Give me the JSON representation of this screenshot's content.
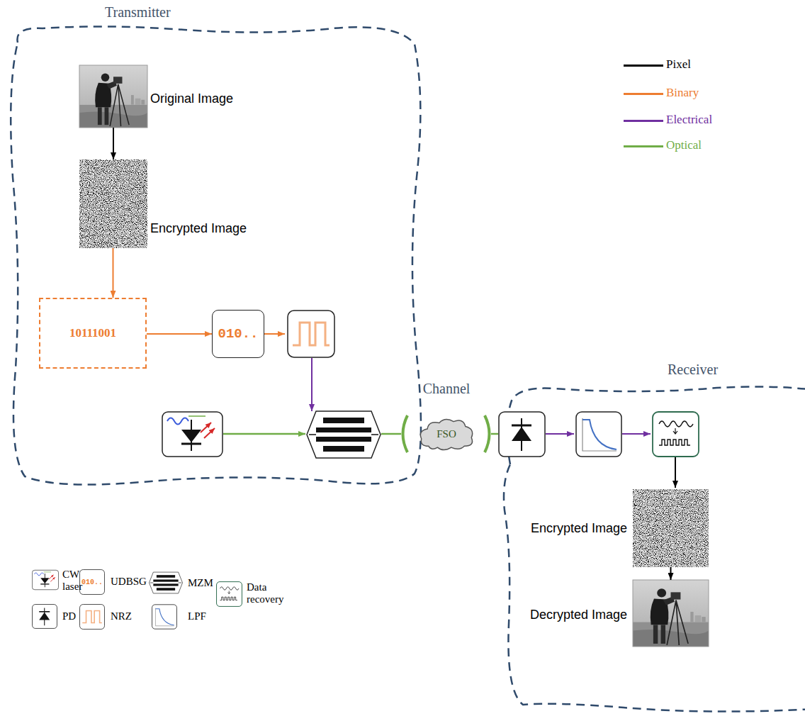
{
  "diagram": {
    "nodes": [
      {
        "text": [
          "Transmitter"
        ]
      },
      {
        "text": [
          "Original Image"
        ],
        "in": 0
      },
      {
        "text": [
          "Encrypted Image"
        ],
        "in": 0
      },
      {
        "text": [
          "10111001"
        ],
        "in": 0
      },
      {
        "text": [
          "010.."
        ],
        "in": 0
      },
      {
        "text": [
          "Channel",
          "FSO"
        ]
      },
      {
        "text": [
          "Receiver"
        ]
      },
      {
        "text": [
          "Encrypted Image"
        ],
        "in": 6
      },
      {
        "text": [
          "Decrypted Image"
        ],
        "in": 6
      }
    ],
    "edges": [
      {
        "from": 1,
        "to": 2,
        "arrow": "to"
      },
      {
        "from": 2,
        "to": 3,
        "arrow": "to"
      },
      {
        "from": 3,
        "to": 4,
        "arrow": "to"
      },
      {
        "from": 7,
        "to": 8,
        "arrow": "to"
      }
    ],
    "labels": [
      "010.."
    ],
    "legend": [
      {
        "text": "Pixel",
        "color": "#000000"
      },
      {
        "text": "Binary",
        "color": "#ed7d31"
      },
      {
        "text": "Electrical",
        "color": "#7030a0"
      },
      {
        "text": "Optical",
        "color": "#70ad47"
      },
      {
        "text": "CW laser"
      },
      {
        "text": "PD"
      },
      {
        "text": "UDBSG"
      },
      {
        "text": "NRZ"
      },
      {
        "text": "MZM"
      },
      {
        "text": "LPF"
      },
      {
        "text": "Data recovery"
      }
    ]
  }
}
